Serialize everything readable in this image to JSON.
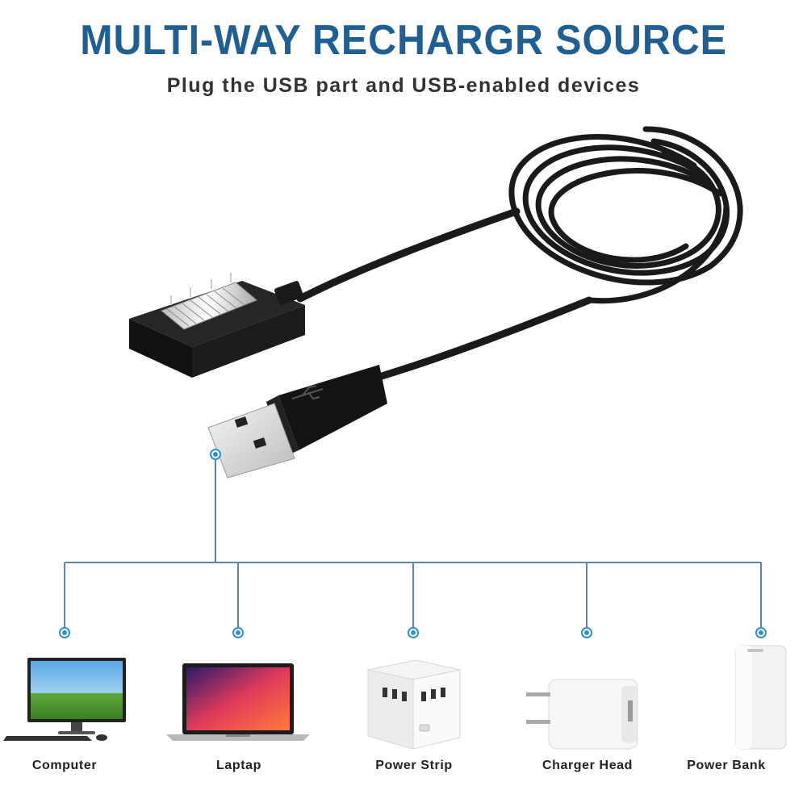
{
  "header": {
    "title": "MULTI-WAY RECHARGR SOURCE",
    "subtitle": "Plug the USB part and USB-enabled devices"
  },
  "devices": [
    {
      "label": "Computer",
      "icon": "monitor-icon"
    },
    {
      "label": "Laptap",
      "icon": "laptop-icon"
    },
    {
      "label": "Power Strip",
      "icon": "power-strip-icon"
    },
    {
      "label": "Charger Head",
      "icon": "charger-head-icon"
    },
    {
      "label": "Power Bank",
      "icon": "power-bank-icon"
    }
  ],
  "colors": {
    "title": "#1f5f93",
    "connector_line": "#5a86ac",
    "dot": "#2f8fd6",
    "cable": "#1a1a1a"
  }
}
